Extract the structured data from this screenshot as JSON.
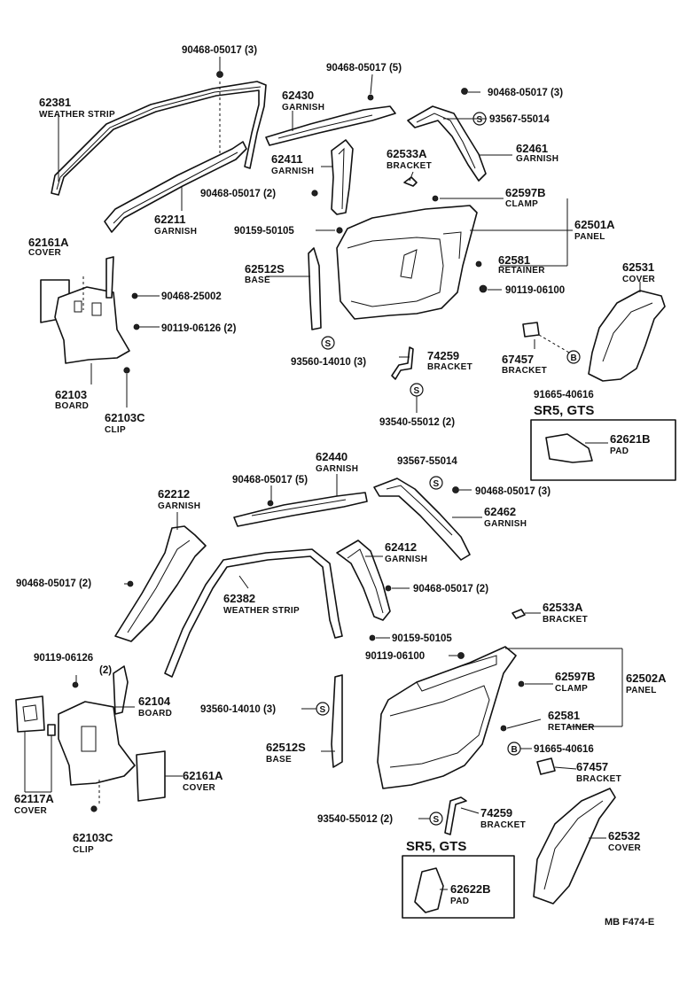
{
  "labels": {
    "top": {
      "p62381": "62381",
      "p62381_name": "WEATHER STRIP",
      "f90468_05017_3a": "90468-05017 (3)",
      "f90468_05017_5a": "90468-05017 (5)",
      "f90468_05017_3b": "90468-05017 (3)",
      "p62430": "62430",
      "p62430_name": "GARNISH",
      "f93567_55014a": "93567-55014",
      "p62461": "62461",
      "p62461_name": "GARNISH",
      "p62411": "62411",
      "p62411_name": "GARNISH",
      "p62533A": "62533A",
      "p62533A_name": "BRACKET",
      "f90468_05017_2a": "90468-05017 (2)",
      "p62211": "62211",
      "p62211_name": "GARNISH",
      "p62597B": "62597B",
      "p62597B_name": "CLAMP",
      "p62501A": "62501A",
      "p62501A_name": "PANEL",
      "f90159_50105a": "90159-50105",
      "p62161A": "62161A",
      "p62161A_name": "COVER",
      "p62581": "62581",
      "p62581_name": "RETAINER",
      "p62512S": "62512S",
      "p62512S_name": "BASE",
      "p62531": "62531",
      "p62531_name": "COVER",
      "f90468_25002": "90468-25002",
      "f90119_06100a": "90119-06100",
      "f90119_06126_2": "90119-06126 (2)",
      "p74259": "74259",
      "p74259_name": "BRACKET",
      "p67457": "67457",
      "p67457_name": "BRACKET",
      "f93560_14010_3a": "93560-14010 (3)",
      "p62103": "62103",
      "p62103_name": "BOARD",
      "p62103C": "62103C",
      "p62103C_name": "CLIP",
      "f91665_40616a": "91665-40616",
      "f93540_55012_2a": "93540-55012 (2)",
      "sr5_heading": "SR5, GTS",
      "p62621B": "62621B",
      "p62621B_name": "PAD"
    },
    "bottom": {
      "p62440": "62440",
      "p62440_name": "GARNISH",
      "f93567_55014b": "93567-55014",
      "f90468_05017_5b": "90468-05017 (5)",
      "f90468_05017_3c": "90468-05017 (3)",
      "p62212": "62212",
      "p62212_name": "GARNISH",
      "p62462": "62462",
      "p62462_name": "GARNISH",
      "p62412": "62412",
      "p62412_name": "GARNISH",
      "f90468_05017_2b": "90468-05017 (2)",
      "f90468_05017_2c": "90468-05017 (2)",
      "p62382": "62382",
      "p62382_name": "WEATHER STRIP",
      "p62533A": "62533A",
      "p62533A_name": "BRACKET",
      "f90159_50105b": "90159-50105",
      "f90119_06126": "90119-06126",
      "f90119_06126_qty": "(2)",
      "f90119_06100b": "90119-06100",
      "p62597B": "62597B",
      "p62597B_name": "CLAMP",
      "p62502A": "62502A",
      "p62502A_name": "PANEL",
      "p62104": "62104",
      "p62104_name": "BOARD",
      "f93560_14010_3b": "93560-14010 (3)",
      "p62581": "62581",
      "p62581_name": "RETAINER",
      "f91665_40616b": "91665-40616",
      "p62512S": "62512S",
      "p62512S_name": "BASE",
      "p62161A": "62161A",
      "p62161A_name": "COVER",
      "p67457": "67457",
      "p67457_name": "BRACKET",
      "p62117A": "62117A",
      "p62117A_name": "COVER",
      "f93540_55012_2b": "93540-55012 (2)",
      "p74259": "74259",
      "p74259_name": "BRACKET",
      "p62103C": "62103C",
      "p62103C_name": "CLIP",
      "sr5_heading": "SR5, GTS",
      "p62532": "62532",
      "p62532_name": "COVER",
      "p62622B": "62622B",
      "p62622B_name": "PAD"
    },
    "symbols": {
      "s": "S",
      "b": "B"
    },
    "footer": "MB  F474-E"
  }
}
